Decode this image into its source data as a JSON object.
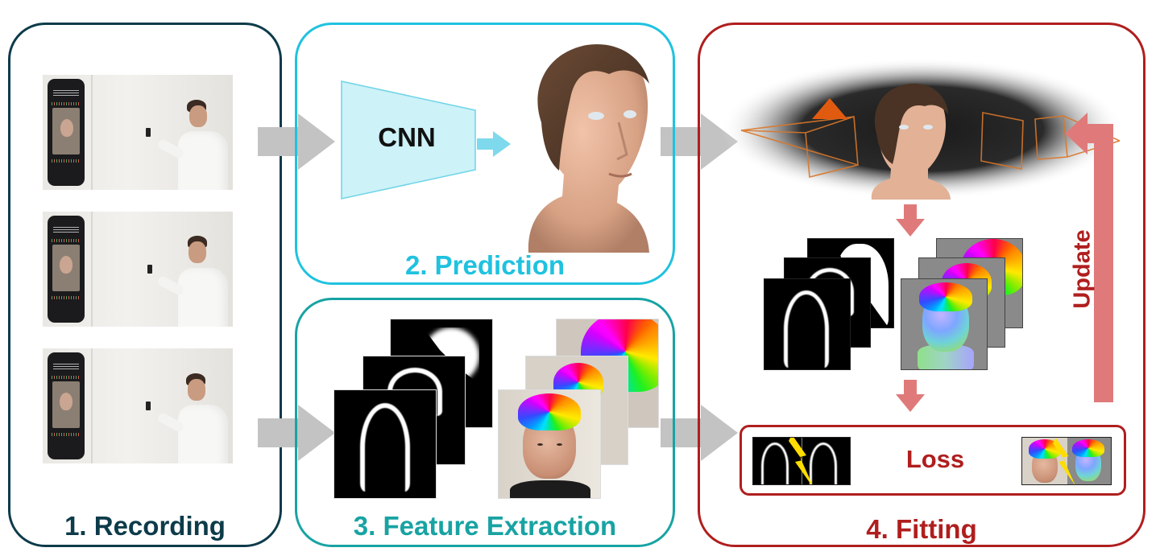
{
  "panels": {
    "recording": {
      "label": "1. Recording",
      "color": "#0d3b4a"
    },
    "prediction": {
      "label": "2. Prediction",
      "color": "#1fc2df",
      "network": "CNN"
    },
    "feature_extraction": {
      "label": "3. Feature Extraction",
      "color": "#18a3a3"
    },
    "fitting": {
      "label": "4. Fitting",
      "color": "#b01e1e",
      "loss": "Loss",
      "update": "Update"
    }
  },
  "colors": {
    "grey_arrow": "#c3c3c3",
    "red_arrow": "#e07a7a",
    "cnn_fill": "#cdf2f7",
    "cnn_arrow": "#7fd9ec"
  }
}
